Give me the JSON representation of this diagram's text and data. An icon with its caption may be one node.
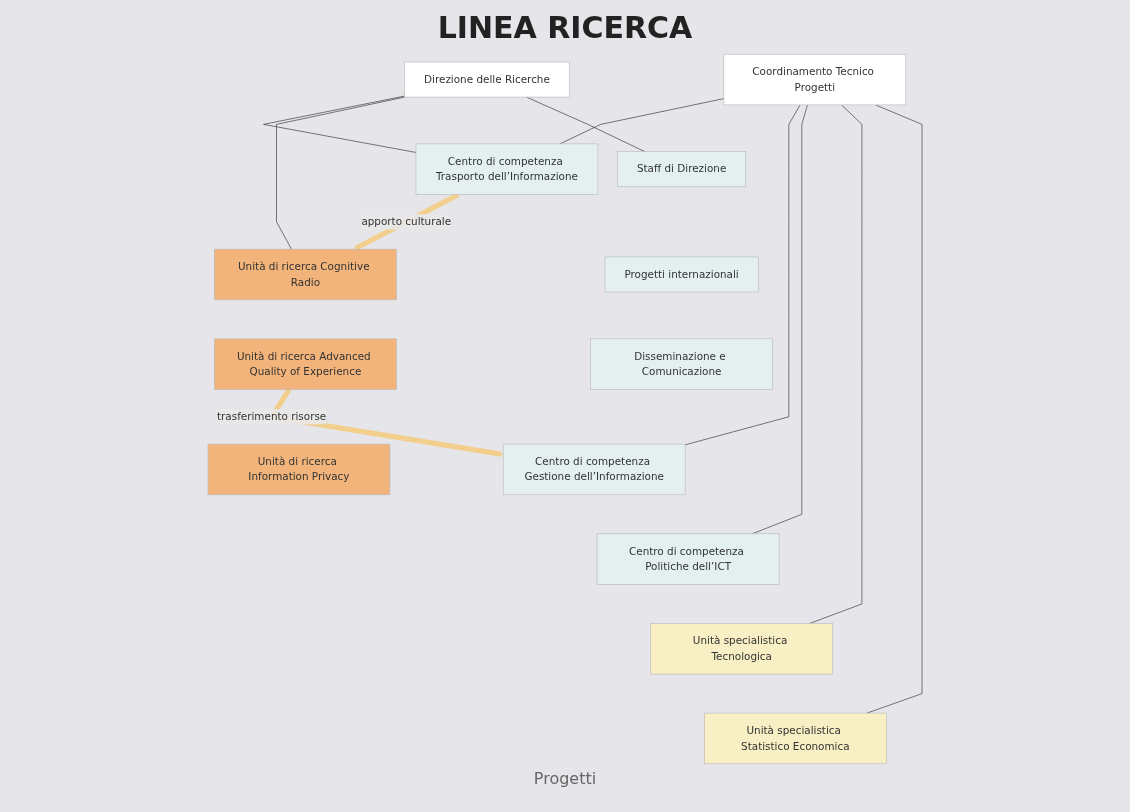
{
  "diagram": {
    "title": "LINEA RICERCA",
    "nodes": [
      {
        "text": [
          "Direzione delle Ricerche"
        ]
      },
      {
        "text": [
          "Coordinamento Tecnico Progetti"
        ]
      },
      {
        "text": [
          "Centro di competenza Trasporto dell’Informazione"
        ]
      },
      {
        "text": [
          "Centro di competenza Gestione dell’Informazione"
        ]
      },
      {
        "text": [
          "Centro di competenza Politiche dell’ICT"
        ]
      },
      {
        "text": [
          "Unità specialistica Tecnologica"
        ]
      },
      {
        "text": [
          "Unità specialistica Statistico Economica"
        ]
      },
      {
        "text": [
          "Unità di ricerca Cognitive Radio"
        ]
      },
      {
        "text": [
          "Unità di ricerca Advanced Quality of Experience"
        ]
      },
      {
        "text": [
          "Unità di ricerca Information Privacy"
        ]
      },
      {
        "text": [
          "Staff di Direzione"
        ]
      },
      {
        "text": [
          "Progetti internazionali"
        ]
      },
      {
        "text": [
          "Disseminazione e Comunicazione"
        ]
      }
    ],
    "edges": [
      {
        "from": 0,
        "to": 2,
        "arrow": "none"
      },
      {
        "from": 0,
        "to": 7,
        "arrow": "none"
      },
      {
        "from": 0,
        "to": 10,
        "arrow": "none"
      },
      {
        "from": 1,
        "to": 2,
        "arrow": "none"
      },
      {
        "from": 1,
        "to": 3,
        "arrow": "none"
      },
      {
        "from": 1,
        "to": 4,
        "arrow": "none"
      },
      {
        "from": 1,
        "to": 5,
        "arrow": "none"
      },
      {
        "from": 1,
        "to": 6,
        "arrow": "none"
      },
      {
        "from": 2,
        "to": 7,
        "arrow": "to",
        "label": "apporto culturale",
        "style": "thick",
        "color": "#f3cf8e"
      },
      {
        "from": 8,
        "to": 3,
        "arrow": "to",
        "label": "trasferimento risorse",
        "style": "thick",
        "color": "#f3cf8e"
      }
    ],
    "labels": [
      "Progetti"
    ]
  }
}
